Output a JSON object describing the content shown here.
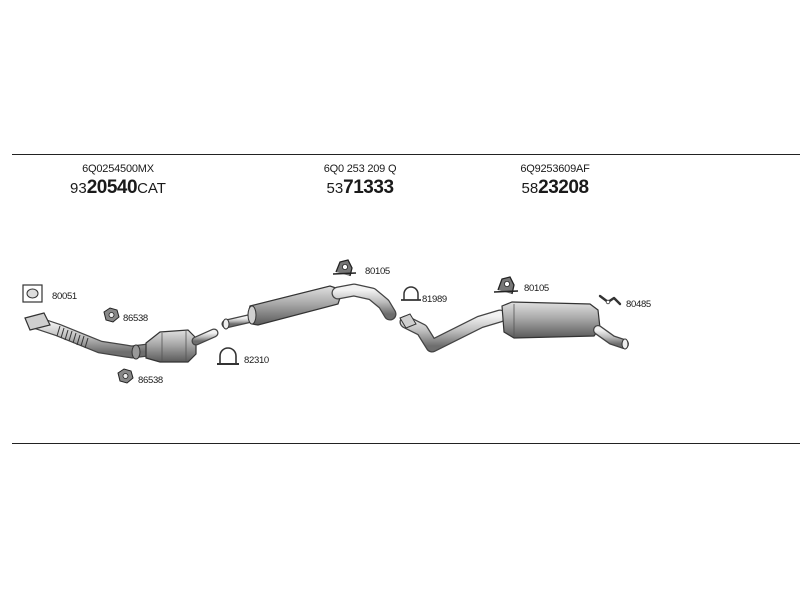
{
  "assemblies": [
    {
      "oem_number": "6Q0254500MX",
      "code_prefix": "93",
      "code_main": "20540",
      "code_suffix": "CAT"
    },
    {
      "oem_number": "6Q0 253 209 Q",
      "code_prefix": "53",
      "code_main": "71333",
      "code_suffix": ""
    },
    {
      "oem_number": "6Q9253609AF",
      "code_prefix": "58",
      "code_main": "23208",
      "code_suffix": ""
    }
  ],
  "parts": [
    {
      "number": "80051",
      "icon": "gasket-icon"
    },
    {
      "number": "86538",
      "icon": "clamp-nut-icon"
    },
    {
      "number": "86538",
      "icon": "clamp-nut-icon"
    },
    {
      "number": "82310",
      "icon": "pipe-clamp-icon"
    },
    {
      "number": "80105",
      "icon": "rubber-hanger-icon"
    },
    {
      "number": "81989",
      "icon": "pipe-clamp-icon"
    },
    {
      "number": "80105",
      "icon": "rubber-hanger-icon"
    },
    {
      "number": "80485",
      "icon": "bracket-icon"
    }
  ]
}
